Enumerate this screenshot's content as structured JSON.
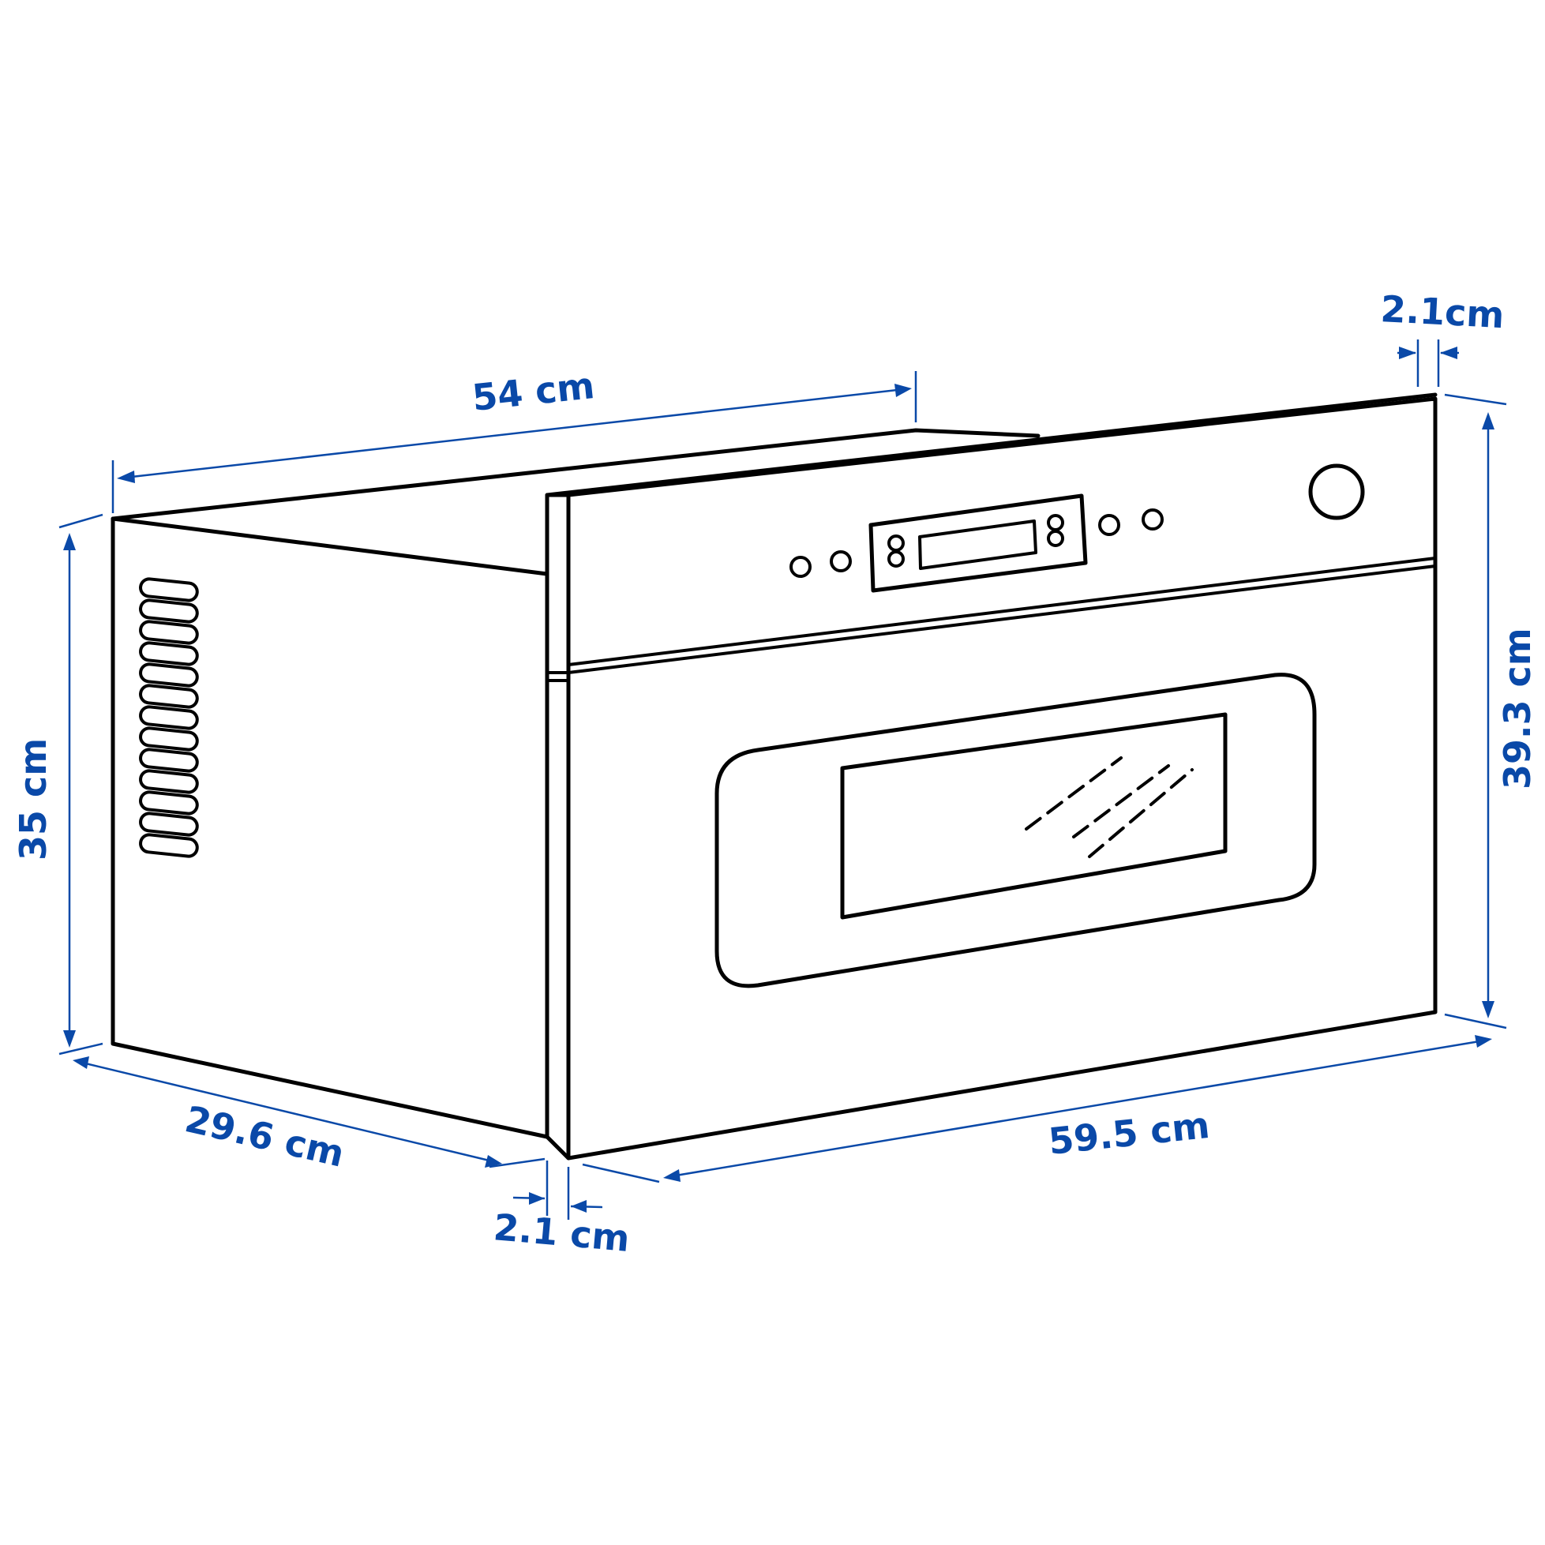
{
  "dimensions": {
    "top_depth": "54 cm",
    "side_height": "35 cm",
    "side_depth": "29.6 cm",
    "front_panel_bottom": "2.1 cm",
    "front_width": "59.5 cm",
    "front_height": "39.3 cm",
    "front_panel_top": "2.1cm"
  },
  "colors": {
    "dimension": "#0a49a8",
    "outline": "#000000",
    "background": "#ffffff"
  }
}
